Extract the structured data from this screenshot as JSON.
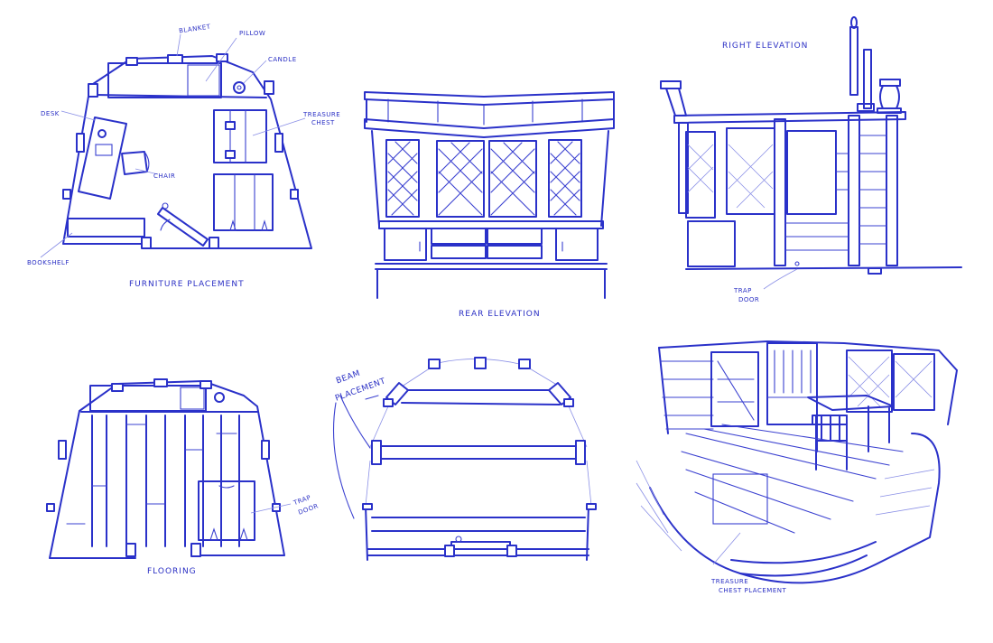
{
  "sheet": {
    "ink_color": "#2a31c9",
    "background": "#ffffff",
    "panels": [
      {
        "id": "furniture-placement",
        "caption": "Furniture Placement",
        "labels": [
          "Blanket",
          "Pillow",
          "Candle",
          "Desk",
          "Treasure",
          "Chest",
          "Chair",
          "Bookshelf"
        ]
      },
      {
        "id": "rear-elevation",
        "caption": "Rear Elevation",
        "labels": []
      },
      {
        "id": "right-elevation",
        "caption": "Right Elevation",
        "labels": [
          "Trap",
          "Door"
        ]
      },
      {
        "id": "flooring",
        "caption": "Flooring",
        "labels": [
          "Trap",
          "Door"
        ]
      },
      {
        "id": "beam-placement",
        "caption": "",
        "labels": [
          "Beam",
          "Placement"
        ]
      },
      {
        "id": "perspective",
        "caption": "",
        "labels": [
          "Treasure",
          "Chest Placement"
        ]
      }
    ]
  }
}
